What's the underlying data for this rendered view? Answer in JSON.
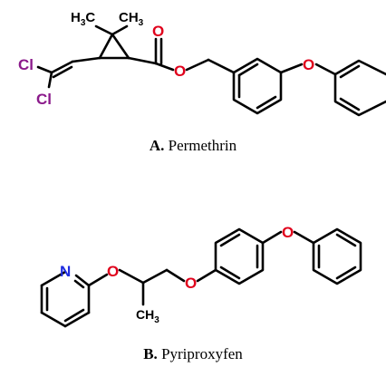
{
  "structures": [
    {
      "id": "A",
      "label_letter": "A.",
      "label_name": "Permethrin",
      "atoms": {
        "cl1": "Cl",
        "cl2": "Cl",
        "carbonyl_o": "O",
        "ester_o": "O",
        "ether_o": "O",
        "h3c_main": "H",
        "h3c_sub": "3",
        "h3c_c": "C",
        "ch3_c": "CH",
        "ch3_sub": "3"
      }
    },
    {
      "id": "B",
      "label_letter": "B.",
      "label_name": "Pyriproxyfen",
      "atoms": {
        "pyridine_n": "N",
        "ether_o1": "O",
        "ether_o2": "O",
        "ether_o3": "O",
        "ch3_c": "CH",
        "ch3_sub": "3"
      }
    }
  ],
  "colors": {
    "bond": "#000000",
    "oxygen": "#e0001b",
    "chlorine": "#8b1a8b",
    "nitrogen": "#1f2de0",
    "text": "#000000"
  }
}
